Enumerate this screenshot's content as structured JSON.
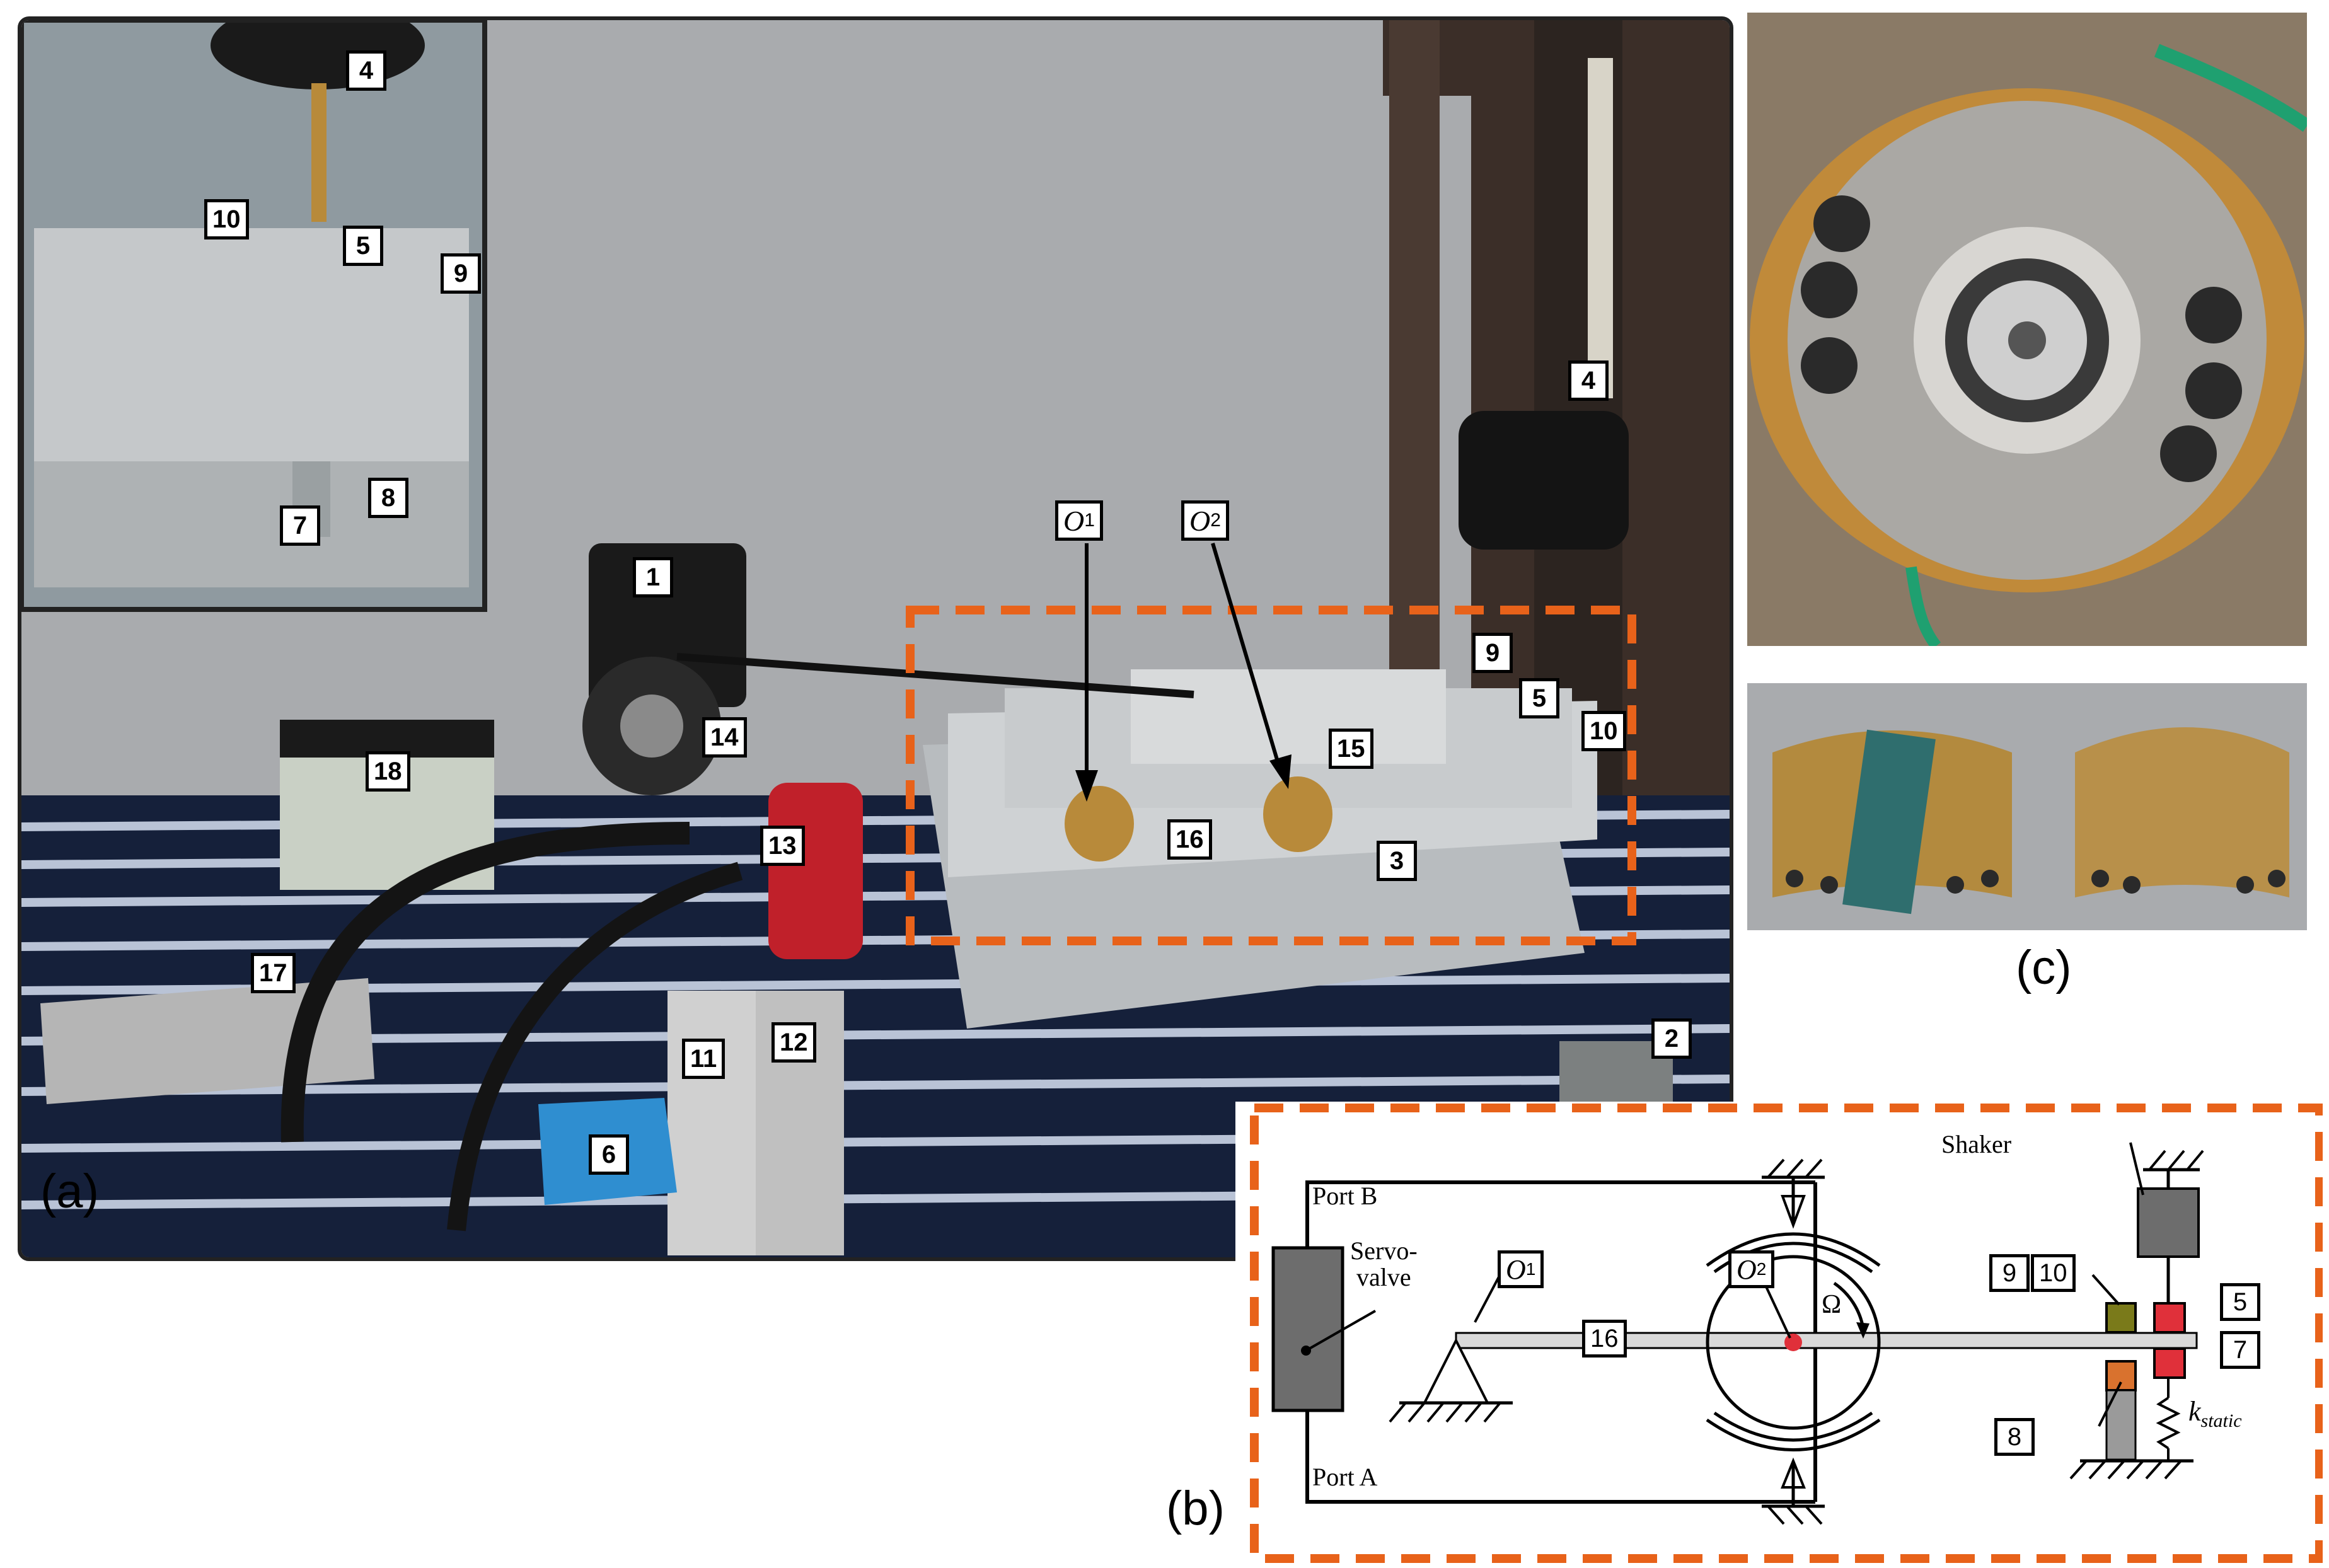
{
  "panel_a": {
    "caption": "(a)",
    "callouts": {
      "c1": "1",
      "c2": "2",
      "c3": "3",
      "c4": "4",
      "c5": "5",
      "c6": "6",
      "c9": "9",
      "c10": "10",
      "c11": "11",
      "c12": "12",
      "c13": "13",
      "c14": "14",
      "c15": "15",
      "c16": "16",
      "c17": "17",
      "c18": "18",
      "o1": "O",
      "o1_sub": "1",
      "o2": "O",
      "o2_sub": "2"
    },
    "inset_callouts": {
      "c4": "4",
      "c5": "5",
      "c7": "7",
      "c8": "8",
      "c9": "9",
      "c10": "10"
    }
  },
  "panel_b": {
    "caption": "(b)",
    "port_b": "Port B",
    "port_a": "Port A",
    "servo_line1": "Servo-",
    "servo_line2": "valve",
    "shaker": "Shaker",
    "omega": "Ω",
    "k_main": "k",
    "k_sub": "static",
    "o1": "O",
    "o1_sub": "1",
    "o2": "O",
    "o2_sub": "2",
    "c16": "16",
    "c9": "9",
    "c10": "10",
    "c5": "5",
    "c7": "7",
    "c8": "8"
  },
  "panel_c": {
    "caption": "(c)"
  },
  "colors": {
    "dashed_orange": "#e8621a",
    "red_marker": "#e0303a",
    "olive_sensor": "#7a7a1a",
    "orange_sensor": "#d9722e",
    "gray_bg": "#a9abae"
  }
}
